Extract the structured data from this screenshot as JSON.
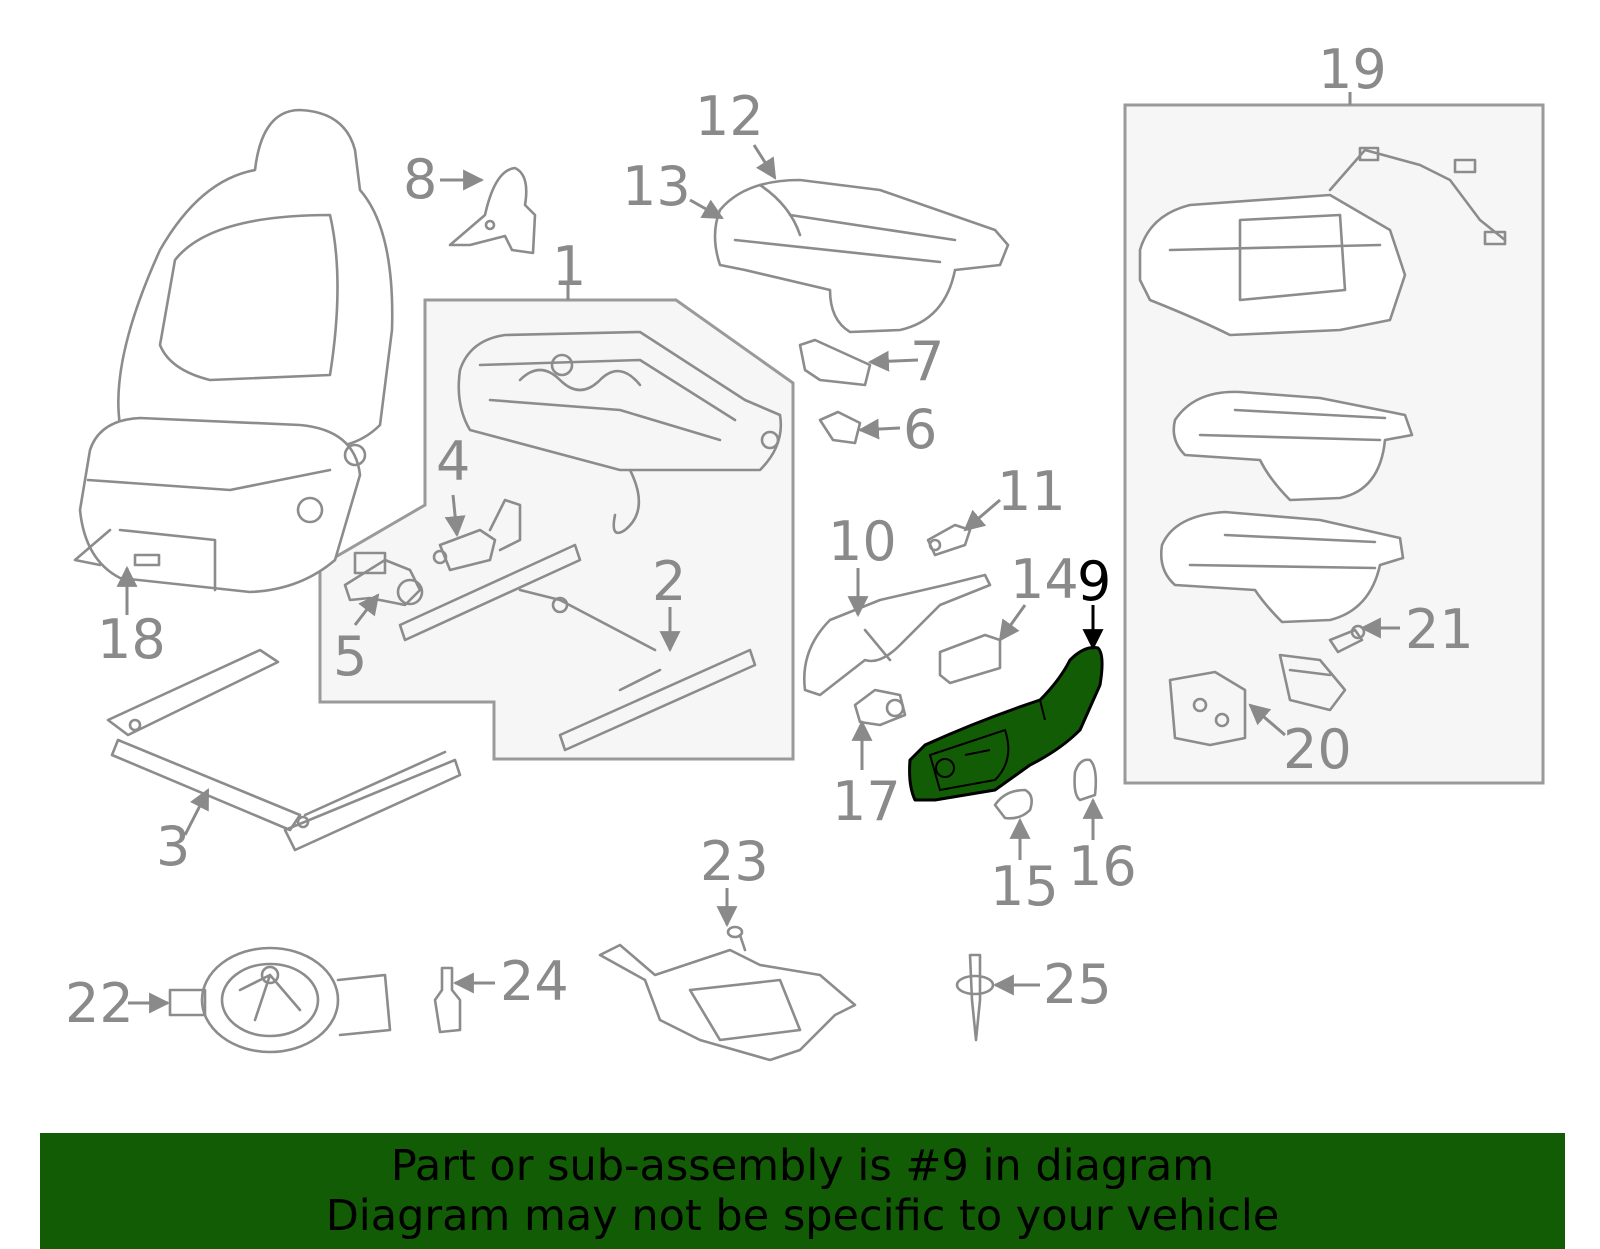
{
  "diagram": {
    "callouts": [
      "1",
      "2",
      "3",
      "4",
      "5",
      "6",
      "7",
      "8",
      "9",
      "10",
      "11",
      "12",
      "13",
      "14",
      "15",
      "16",
      "17",
      "18",
      "19",
      "20",
      "21",
      "22",
      "23",
      "24",
      "25"
    ],
    "highlighted_part": "9",
    "highlight_color": "#125c05",
    "label_color": "#8a8a8a"
  },
  "banner": {
    "line1": "Part or sub-assembly is #9 in diagram",
    "line2": "Diagram may not be specific to your vehicle",
    "background": "#125c05"
  }
}
